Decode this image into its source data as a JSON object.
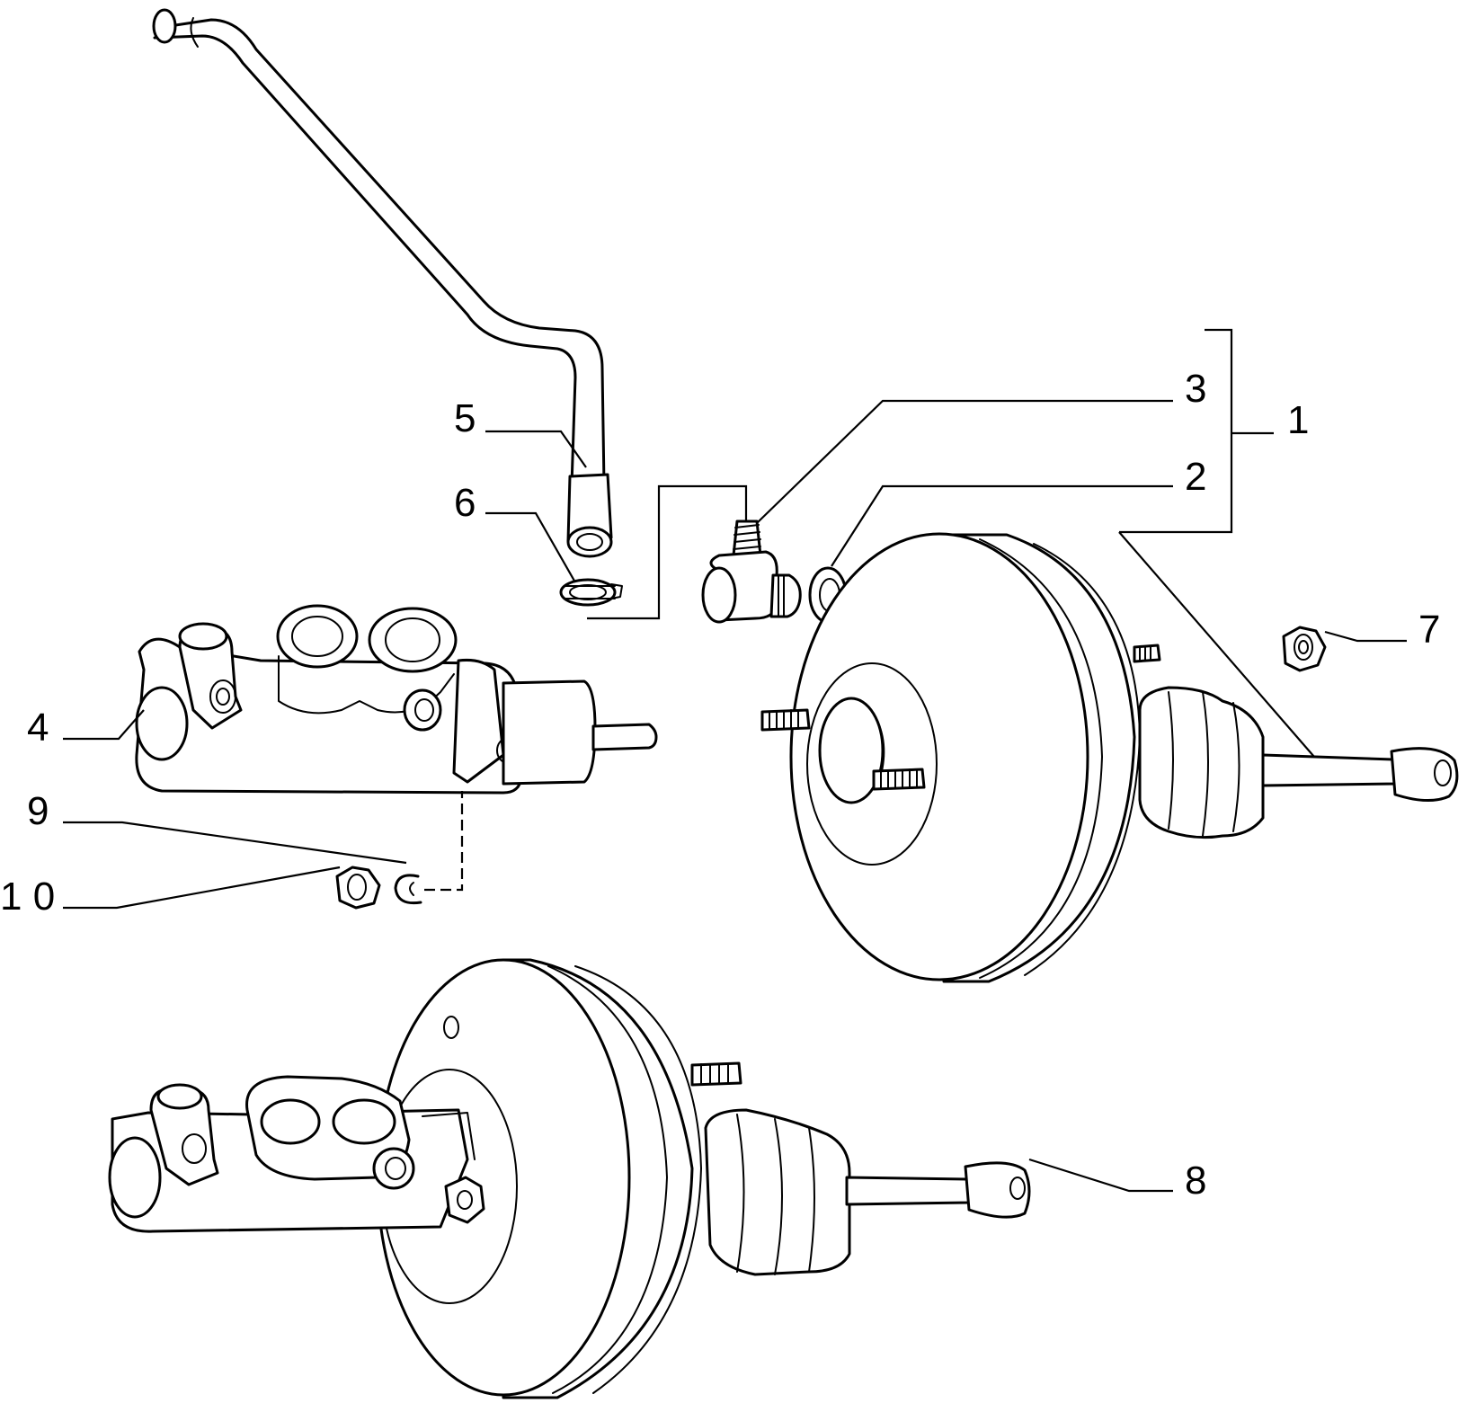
{
  "diagram": {
    "callouts": [
      {
        "id": "1",
        "text": "1"
      },
      {
        "id": "2",
        "text": "2"
      },
      {
        "id": "3",
        "text": "3"
      },
      {
        "id": "4",
        "text": "4"
      },
      {
        "id": "5",
        "text": "5"
      },
      {
        "id": "6",
        "text": "6"
      },
      {
        "id": "7",
        "text": "7"
      },
      {
        "id": "8",
        "text": "8"
      },
      {
        "id": "9",
        "text": "9"
      },
      {
        "id": "10",
        "text": "1 0"
      }
    ]
  }
}
